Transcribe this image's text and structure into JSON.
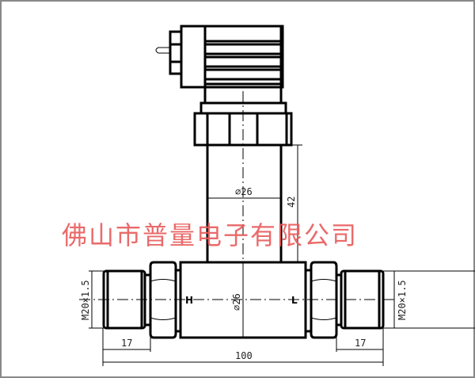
{
  "drawing": {
    "watermark": "佛山市普量电子有限公司",
    "labels": {
      "high_port": "H",
      "low_port": "L"
    },
    "dimensions": {
      "stem_diameter": "⌀26",
      "stem_height": "42",
      "body_diameter": "⌀26",
      "thread_left": "M20×1.5",
      "thread_right": "M20×1.5",
      "fitting_left": "17",
      "fitting_right": "17",
      "overall_length": "100"
    }
  }
}
